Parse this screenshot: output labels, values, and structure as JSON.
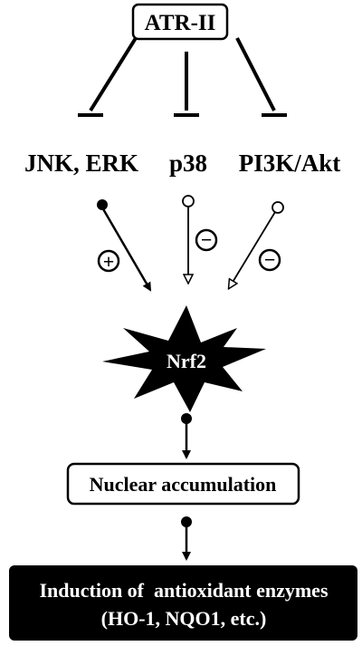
{
  "diagram": {
    "source_node": "ATR-II",
    "kinases": [
      "JNK, ERK",
      "p38",
      "PI3K/Akt"
    ],
    "effect_signs": [
      "+",
      "−",
      "−"
    ],
    "central_node": "Nrf2",
    "step_node": "Nuclear accumulation",
    "outcome": {
      "line1": "Induction of  antioxidant enzymes",
      "line2": "(HO-1, NQO1, etc.)"
    },
    "colors": {
      "ink": "#000000",
      "background": "#ffffff",
      "outcome_fill": "#000000",
      "outcome_text": "#ffffff",
      "star_fill": "#000000",
      "star_text": "#ffffff"
    }
  }
}
